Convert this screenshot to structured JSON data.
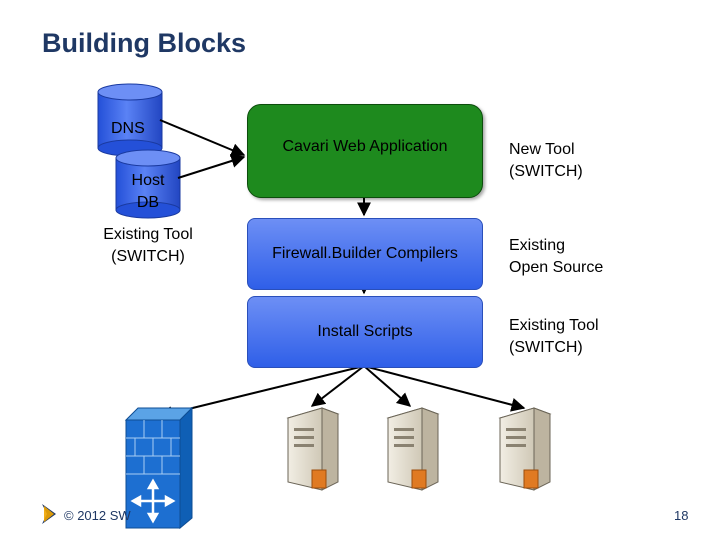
{
  "slide": {
    "title": "Building Blocks",
    "page_number": "18",
    "copyright": "© 2012 SW"
  },
  "left": {
    "dns": "DNS",
    "host_db_line1": "Host",
    "host_db_line2": "DB",
    "existing_tool_line1": "Existing Tool",
    "existing_tool_line2": "(SWITCH)"
  },
  "center": {
    "web_app": "Cavari Web Application",
    "compilers": "Firewall.Builder Compilers",
    "install": "Install Scripts"
  },
  "right": {
    "new_tool_line1": "New Tool",
    "new_tool_line2": "(SWITCH)",
    "open_source_line1": "Existing",
    "open_source_line2": "Open Source",
    "existing_tool_line1": "Existing Tool",
    "existing_tool_line2": "(SWITCH)"
  },
  "colors": {
    "title": "#1f3864",
    "db_blue": "#2f5fe8",
    "web_green": "#1e8a1e",
    "firewall_blue": "#1d6fd1"
  },
  "icons": [
    "database-icon",
    "firewall-icon",
    "server-icon"
  ]
}
